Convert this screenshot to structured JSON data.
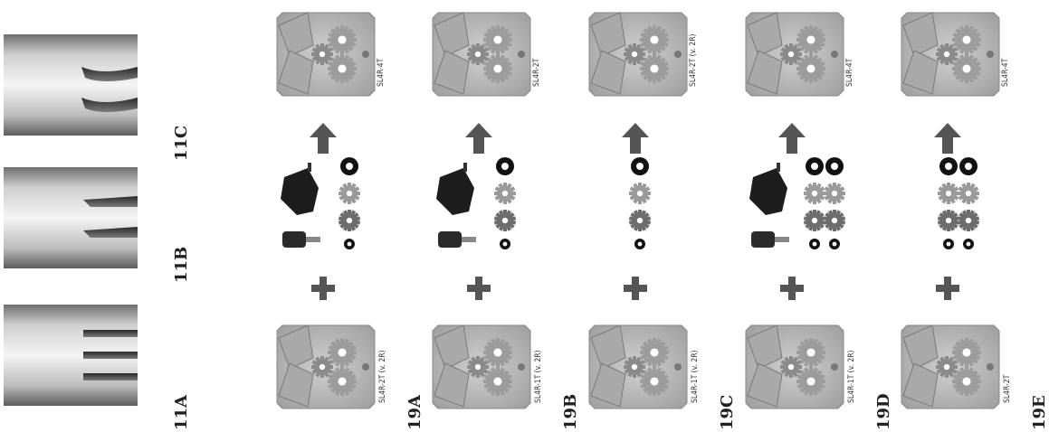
{
  "rollers": [
    {
      "label": "11A"
    },
    {
      "label": "11B"
    },
    {
      "label": "11C"
    }
  ],
  "columns": [
    {
      "label": "19A",
      "base": "SL4R-2T (v. 2R)",
      "result": "SL4R-4T",
      "kit": "full-1"
    },
    {
      "label": "19B",
      "base": "SL4R-1T (v. 2R)",
      "result": "SL4R-2T",
      "kit": "single-1"
    },
    {
      "label": "19C",
      "base": "SL4R-1T (v. 2R)",
      "result": "SL4R-2T (v. 2R)",
      "kit": "gears-1"
    },
    {
      "label": "19D",
      "base": "SL4R-1T (v. 2R)",
      "result": "SL4R-4T",
      "kit": "full-2"
    },
    {
      "label": "19E",
      "base": "SL4R-2T",
      "result": "SL4R-4T",
      "kit": "gears-2"
    }
  ],
  "colors": {
    "arrow": "#555555",
    "plate": "#b8b8b8",
    "gear_dark": "#111111",
    "gear_light": "#9a9a9a"
  },
  "icons": {
    "arrow": "arrow-up-icon",
    "plus": "plus-icon"
  }
}
